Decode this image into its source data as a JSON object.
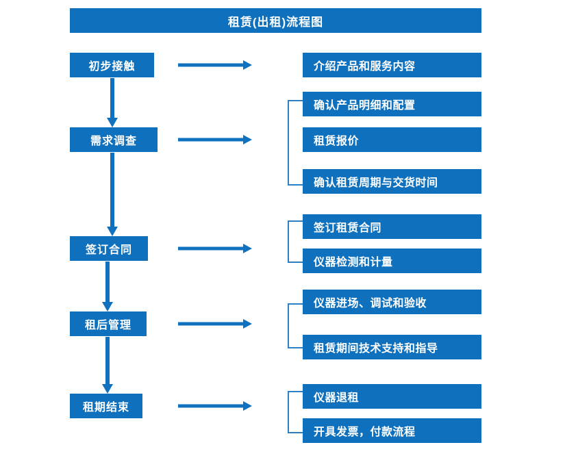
{
  "title": {
    "text": "租赁(出租)流程图"
  },
  "colors": {
    "box_fill": "#0F71BD",
    "box_text": "#FFFFFF",
    "arrow": "#1071BE",
    "bracket": "#2E7EC4",
    "background": "#FFFFFF"
  },
  "stages": [
    {
      "id": "initial-contact",
      "label": "初步接触"
    },
    {
      "id": "needs-survey",
      "label": "需求调查"
    },
    {
      "id": "sign-contract",
      "label": "签订合同"
    },
    {
      "id": "post-rental-mgmt",
      "label": "租后管理"
    },
    {
      "id": "rental-period-end",
      "label": "租期结束"
    }
  ],
  "details": [
    {
      "id": "introduce-products",
      "label": "介绍产品和服务内容"
    },
    {
      "id": "confirm-product-details",
      "label": "确认产品明细和配置"
    },
    {
      "id": "rental-quotation",
      "label": "租赁报价"
    },
    {
      "id": "confirm-period-delivery",
      "label": "确认租赁周期与交货时间"
    },
    {
      "id": "sign-rental-contract",
      "label": "签订租赁合同"
    },
    {
      "id": "instrument-inspection",
      "label": "仪器检测和计量"
    },
    {
      "id": "instrument-entry-debug",
      "label": "仪器进场、调试和验收"
    },
    {
      "id": "technical-support",
      "label": "租赁期间技术支持和指导"
    },
    {
      "id": "instrument-return",
      "label": "仪器退租"
    },
    {
      "id": "invoice-payment",
      "label": "开具发票，付款流程"
    }
  ],
  "icons": {
    "arrow_right": "arrow-right-icon",
    "arrow_down": "arrow-down-icon",
    "group_bracket": "group-bracket-icon"
  }
}
